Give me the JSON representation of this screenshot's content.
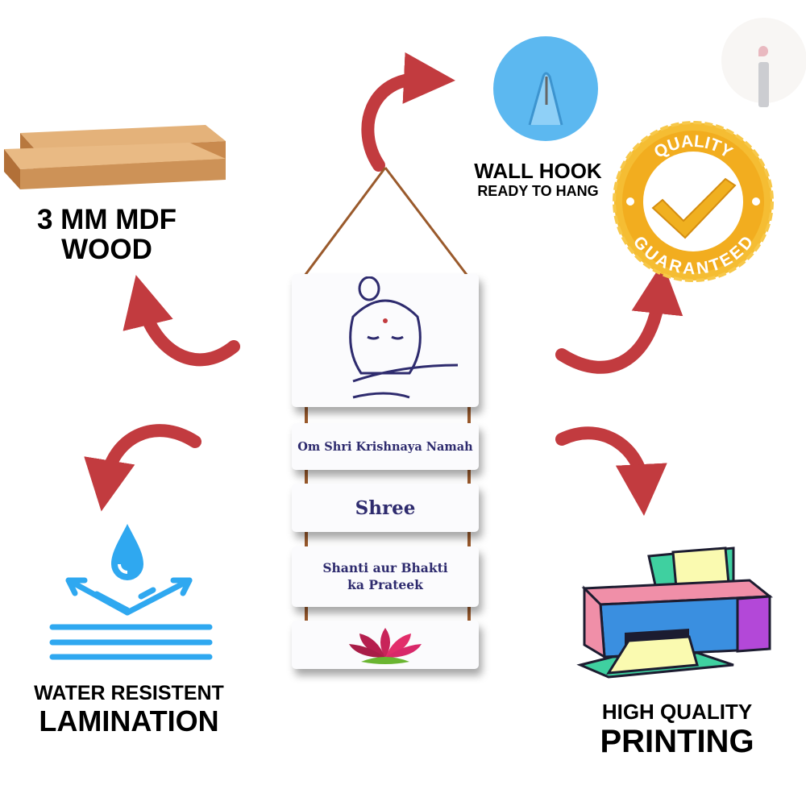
{
  "features": {
    "wood": {
      "line1": "3 MM MDF",
      "line2": "WOOD"
    },
    "lamination": {
      "line1": "WATER RESISTENT",
      "line2": "LAMINATION"
    },
    "hook": {
      "line1": "WALL HOOK",
      "line2": "READY TO HANG"
    },
    "quality_seal": {
      "top": "QUALITY",
      "bottom": "GUARANTEED"
    },
    "printing": {
      "line1": "HIGH QUALITY",
      "line2": "PRINTING"
    }
  },
  "product": {
    "panel2": "Om Shri Krishnaya Namah",
    "panel3": "Shree",
    "panel4_line1": "Shanti aur Bhakti",
    "panel4_line2": "ka Prateek"
  },
  "colors": {
    "arrow": "#c23b3f",
    "text_navy": "#2e2b6e",
    "seal": "#f4b623",
    "hook": "#5cb8f0"
  }
}
